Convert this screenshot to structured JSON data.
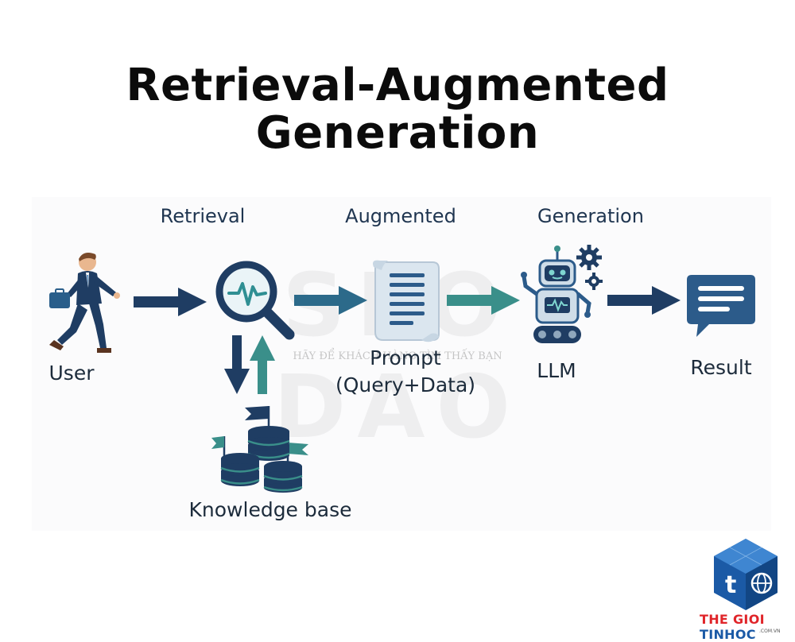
{
  "title": {
    "line1": "Retrieval-Augmented",
    "line2": "Generation"
  },
  "stages": {
    "retrieval": "Retrieval",
    "augmented": "Augmented",
    "generation": "Generation"
  },
  "nodes": {
    "user": "User",
    "prompt_line1": "Prompt",
    "prompt_line2": "(Query+Data)",
    "llm": "LLM",
    "result": "Result",
    "knowledge_base": "Knowledge base"
  },
  "watermark": {
    "text": "SEO DAO",
    "tagline": "HÃY ĐỂ KHÁCH HÀNG TÌM THẤY BẠN"
  },
  "logo": {
    "part1": "THE GIOI",
    "part2": "TINHOC",
    "domain": ".COM.VN",
    "letter": "t"
  },
  "colors": {
    "navy": "#1f3d63",
    "teal": "#3a8f8a",
    "icon_blue": "#2c5b8a"
  }
}
